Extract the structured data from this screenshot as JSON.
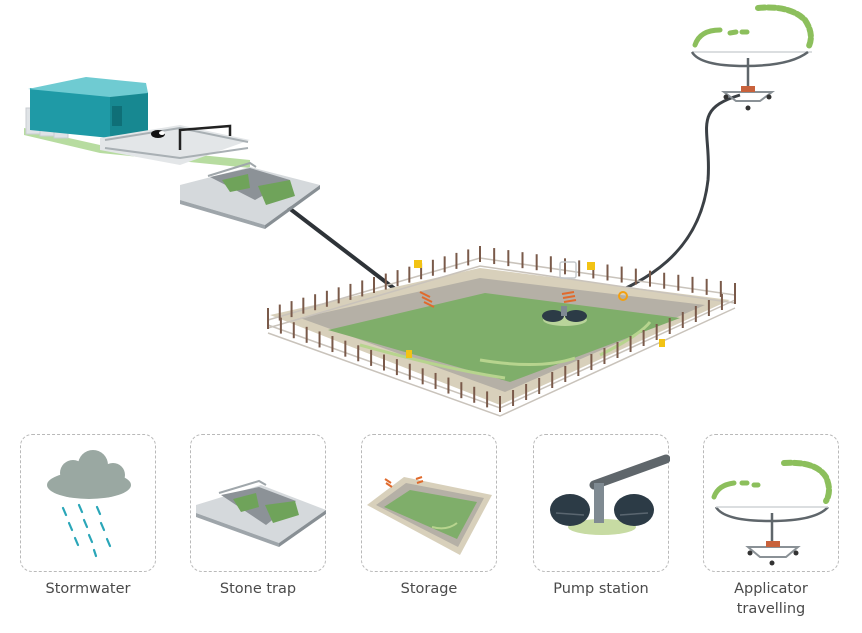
{
  "diagram": {
    "title": "",
    "colors": {
      "shed": "#1f9aa6",
      "shed_roof": "#5ec4cc",
      "pond_water": "#7fae6a",
      "pond_liner": "#b8b2a6",
      "pond_bank": "#d9d2bf",
      "fence_post": "#7a5a4a",
      "pipe": "#2e3338",
      "spray": "#8cbf5c",
      "rain": "#2aa6b8",
      "cloud": "#9aa8a2",
      "sign": "#f2c314",
      "ladder": "#e06a2c"
    },
    "scene_elements": [
      {
        "id": "dairy-shed",
        "name": "Dairy shed and yard"
      },
      {
        "id": "stone-trap",
        "name": "Stone trap"
      },
      {
        "id": "storage-pond",
        "name": "Storage pond"
      },
      {
        "id": "pump-station",
        "name": "Pump station"
      },
      {
        "id": "applicator",
        "name": "Applicator travelling"
      }
    ],
    "components": [
      {
        "id": "stormwater",
        "label": "Stormwater",
        "icon": "rain-cloud-icon"
      },
      {
        "id": "stone-trap",
        "label": "Stone trap",
        "icon": "stone-trap-icon"
      },
      {
        "id": "storage",
        "label": "Storage",
        "icon": "storage-pond-icon"
      },
      {
        "id": "pump-station",
        "label": "Pump station",
        "icon": "pump-icon"
      },
      {
        "id": "applicator",
        "label": "Applicator\ntravelling",
        "label_lines": [
          "Applicator",
          "travelling"
        ],
        "icon": "irrigator-icon"
      }
    ]
  }
}
